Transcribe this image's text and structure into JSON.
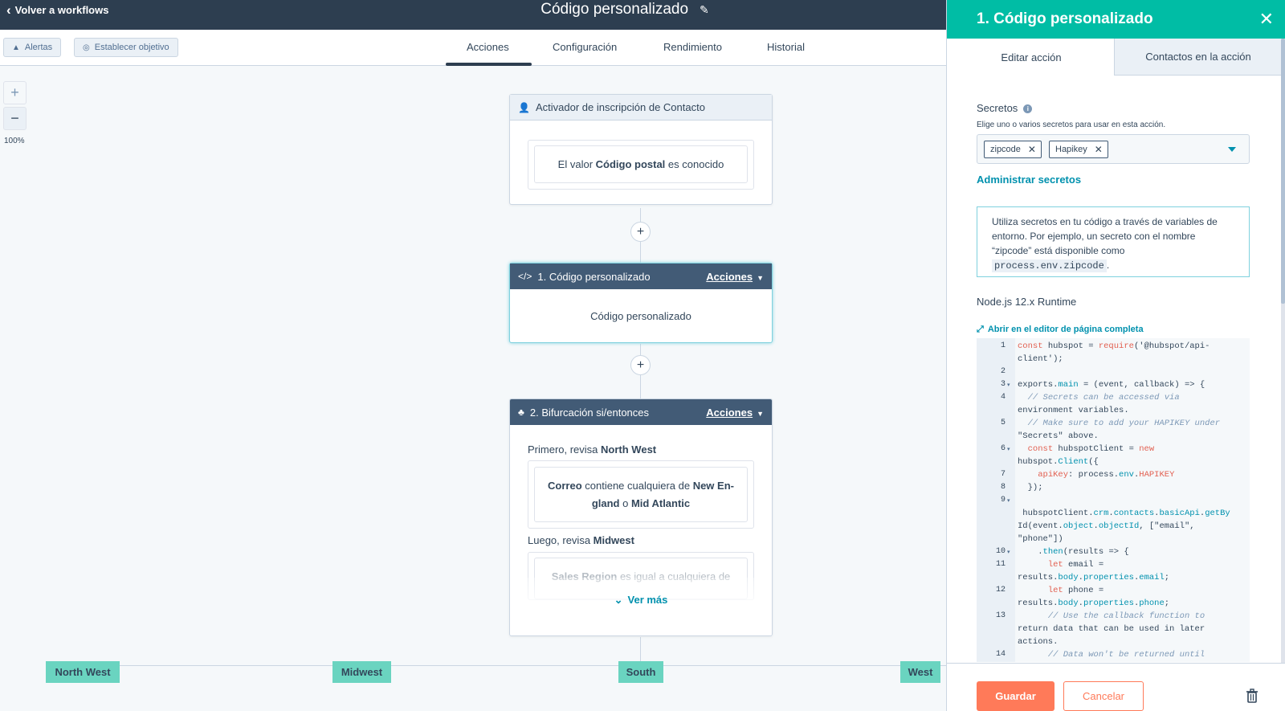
{
  "header": {
    "back_label": "Volver a workflows",
    "title": "Código personalizado"
  },
  "toolbar": {
    "alerts_label": "Alertas",
    "goal_label": "Establecer objetivo"
  },
  "tabs": [
    {
      "label": "Acciones",
      "active": true
    },
    {
      "label": "Configuración",
      "active": false
    },
    {
      "label": "Rendimiento",
      "active": false
    },
    {
      "label": "Historial",
      "active": false
    }
  ],
  "zoom": {
    "plus": "+",
    "minus": "−",
    "level": "100%"
  },
  "canvas": {
    "plus_symbol": "+",
    "trigger": {
      "title": "Activador de inscripción de Contacto",
      "cond_pre": "El valor ",
      "cond_prop": "Código postal",
      "cond_post": " es conocido"
    },
    "action1": {
      "title": "1. Código personalizado",
      "actions_label": "Acciones",
      "body": "Código personalizado"
    },
    "action2": {
      "title": "2. Bifurcación si/entonces",
      "actions_label": "Acciones",
      "first_pre": "Primero, revisa ",
      "first_branch": "North West",
      "cond1_prop": "Correo",
      "cond1_mid": " contiene cualquiera de ",
      "cond1_val1": "New En-",
      "cond1_val1b": "gland",
      "cond1_or": " o ",
      "cond1_val2": "Mid Atlantic",
      "second_pre": "Luego, revisa ",
      "second_branch": "Midwest",
      "cond2_prop": "Sales Region",
      "cond2_mid": " es igual a cualquiera de",
      "see_more": "Ver más"
    },
    "branches": [
      "North West",
      "Midwest",
      "South",
      "West"
    ]
  },
  "panel": {
    "title": "1. Código personalizado",
    "close": "✕",
    "tabs": [
      "Editar acción",
      "Contactos en la acción"
    ],
    "secrets_label": "Secretos",
    "secrets_help": "Elige uno o varios secretos para usar en esta acción.",
    "secrets_selected": [
      "zipcode",
      "Hapikey"
    ],
    "manage_secrets": "Administrar secretos",
    "info_text_1": "Utiliza secretos en tu código a través de variables de entorno. Por ejemplo, un secreto con el nombre “zipcode” está disponible como ",
    "info_code": "process.env.zipcode",
    "info_text_2": ".",
    "runtime": "Node.js 12.x Runtime",
    "open_editor": "Abrir en el editor de página completa",
    "save": "Guardar",
    "cancel": "Cancelar"
  },
  "code_lines": [
    {
      "n": "1",
      "fold": false
    },
    {
      "n": "",
      "fold": false
    },
    {
      "n": "2",
      "fold": false
    },
    {
      "n": "3",
      "fold": true
    },
    {
      "n": "4",
      "fold": false
    },
    {
      "n": "",
      "fold": false
    },
    {
      "n": "5",
      "fold": false
    },
    {
      "n": "",
      "fold": false
    },
    {
      "n": "6",
      "fold": true
    },
    {
      "n": "",
      "fold": false
    },
    {
      "n": "7",
      "fold": false
    },
    {
      "n": "8",
      "fold": false
    },
    {
      "n": "9",
      "fold": true
    },
    {
      "n": "",
      "fold": false
    },
    {
      "n": "",
      "fold": false
    },
    {
      "n": "",
      "fold": false
    },
    {
      "n": "10",
      "fold": true
    },
    {
      "n": "11",
      "fold": false
    },
    {
      "n": "",
      "fold": false
    },
    {
      "n": "12",
      "fold": false
    },
    {
      "n": "",
      "fold": false
    },
    {
      "n": "13",
      "fold": false
    },
    {
      "n": "",
      "fold": false
    },
    {
      "n": "",
      "fold": false
    },
    {
      "n": "14",
      "fold": false
    }
  ],
  "code_text": [
    "const hubspot = require('@hubspot/api-",
    "client');",
    "",
    "exports.main = (event, callback) => {",
    "  // Secrets can be accessed via",
    "environment variables.",
    "  // Make sure to add your HAPIKEY under",
    "\"Secrets\" above.",
    "  const hubspotClient = new",
    "hubspot.Client({",
    "    apiKey: process.env.HAPIKEY",
    "  });",
    "",
    " hubspotClient.crm.contacts.basicApi.getBy",
    "Id(event.object.objectId, [\"email\",",
    "\"phone\"])",
    "    .then(results => {",
    "      let email =",
    "results.body.properties.email;",
    "      let phone =",
    "results.body.properties.phone;",
    "      // Use the callback function to",
    "return data that can be used in later",
    "actions.",
    "      // Data won't be returned until"
  ],
  "colors": {
    "topbar": "#2d3e50",
    "panel_header": "#00bda5",
    "branch_label": "#6ad4c0",
    "save_button": "#ff7a59",
    "link": "#0091ae",
    "code_keyword": "#e26051"
  }
}
